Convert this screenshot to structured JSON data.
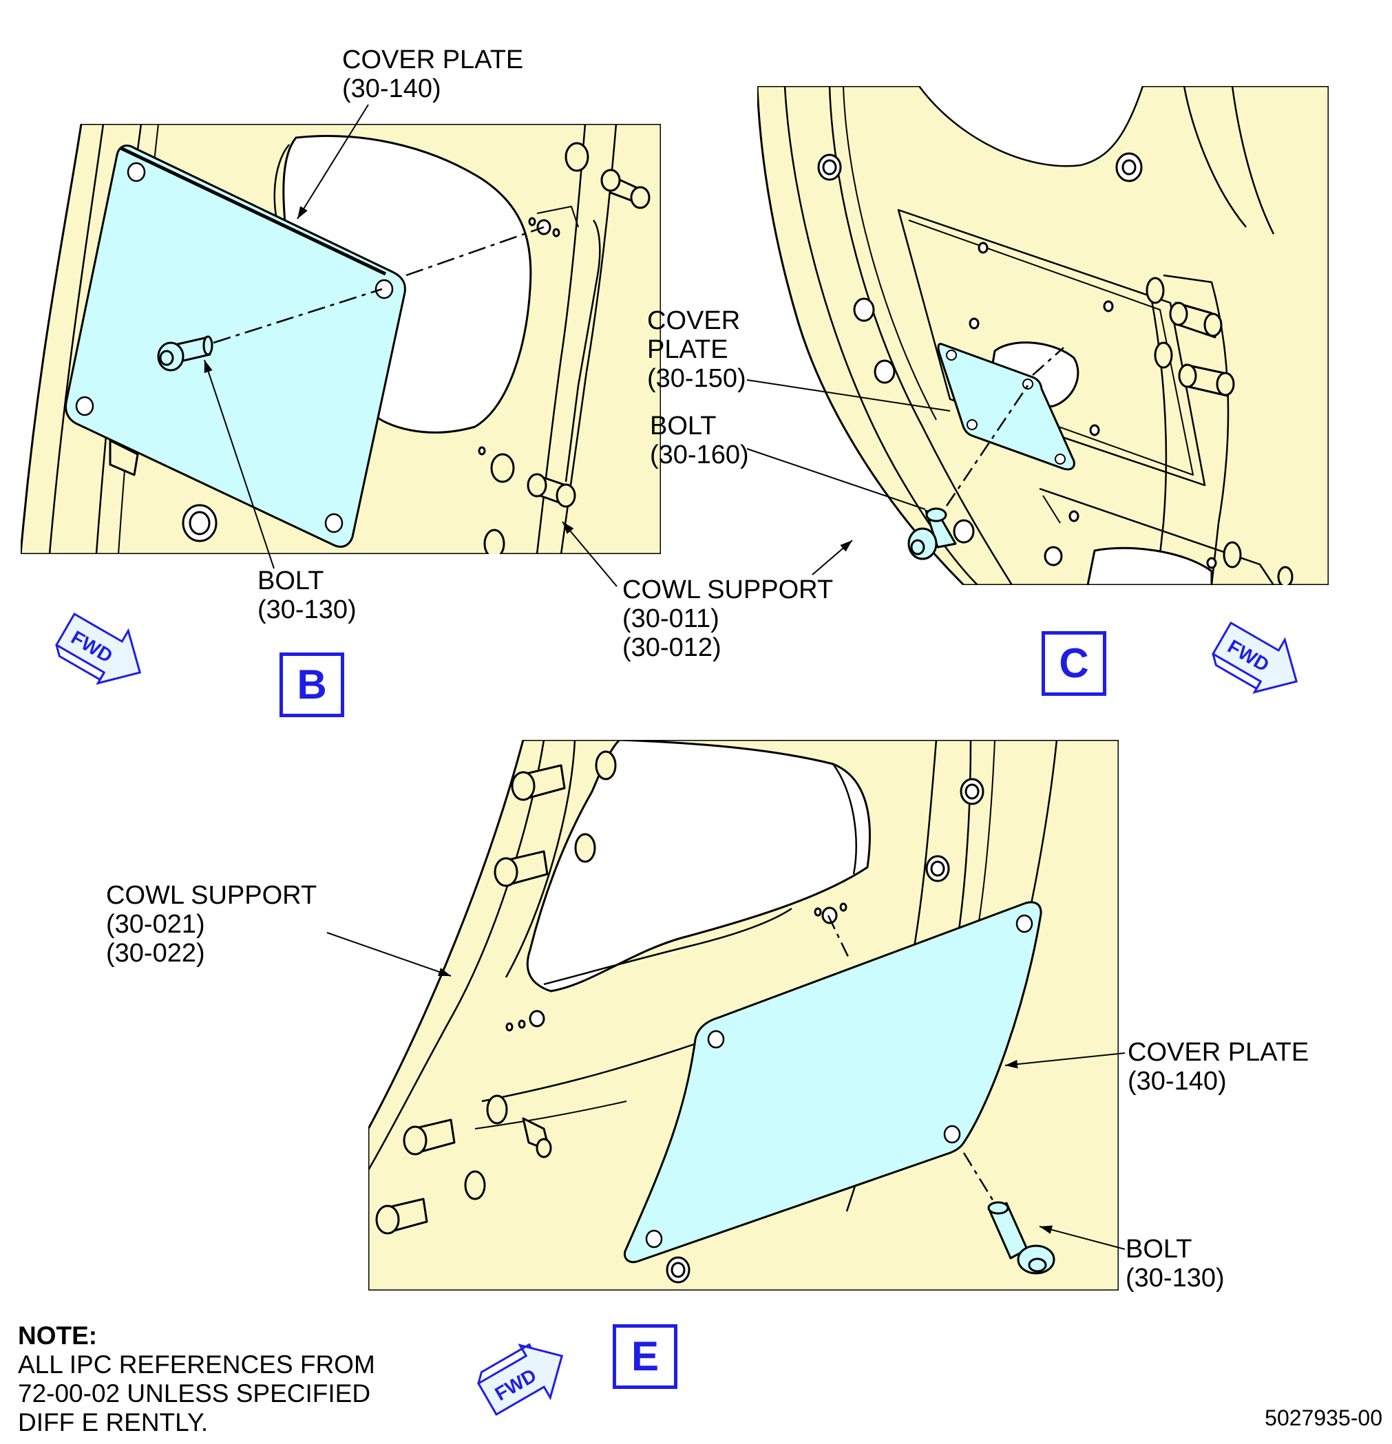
{
  "colors": {
    "structure_fill": "#fbf7c8",
    "plate_fill": "#ccfcfd",
    "view_label": "#1e1ee6",
    "fwd_arrow_fill": "#eaf6ff",
    "line": "#000000"
  },
  "views": [
    {
      "id": "B",
      "letter": "B",
      "fwd_text": "FWD",
      "callouts": [
        {
          "lines": [
            "COVER PLATE",
            "(30-140)"
          ]
        },
        {
          "lines": [
            "BOLT",
            "(30-130)"
          ]
        }
      ]
    },
    {
      "id": "C",
      "letter": "C",
      "fwd_text": "FWD",
      "callouts": [
        {
          "lines": [
            "COVER",
            "PLATE",
            "(30-150)"
          ]
        },
        {
          "lines": [
            "BOLT",
            "(30-160)"
          ]
        },
        {
          "lines": [
            "COWL SUPPORT",
            "(30-011)",
            "(30-012)"
          ]
        }
      ]
    },
    {
      "id": "E",
      "letter": "E",
      "fwd_text": "FWD",
      "callouts": [
        {
          "lines": [
            "COWL SUPPORT",
            "(30-021)",
            "(30-022)"
          ]
        },
        {
          "lines": [
            "COVER PLATE",
            "(30-140)"
          ]
        },
        {
          "lines": [
            "BOLT",
            "(30-130)"
          ]
        }
      ]
    }
  ],
  "note": {
    "heading": "NOTE:",
    "lines": [
      "ALL IPC REFERENCES FROM",
      "72-00-02 UNLESS SPECIFIED",
      "DIFF E RENTLY."
    ]
  },
  "figure_number": "5027935-00"
}
